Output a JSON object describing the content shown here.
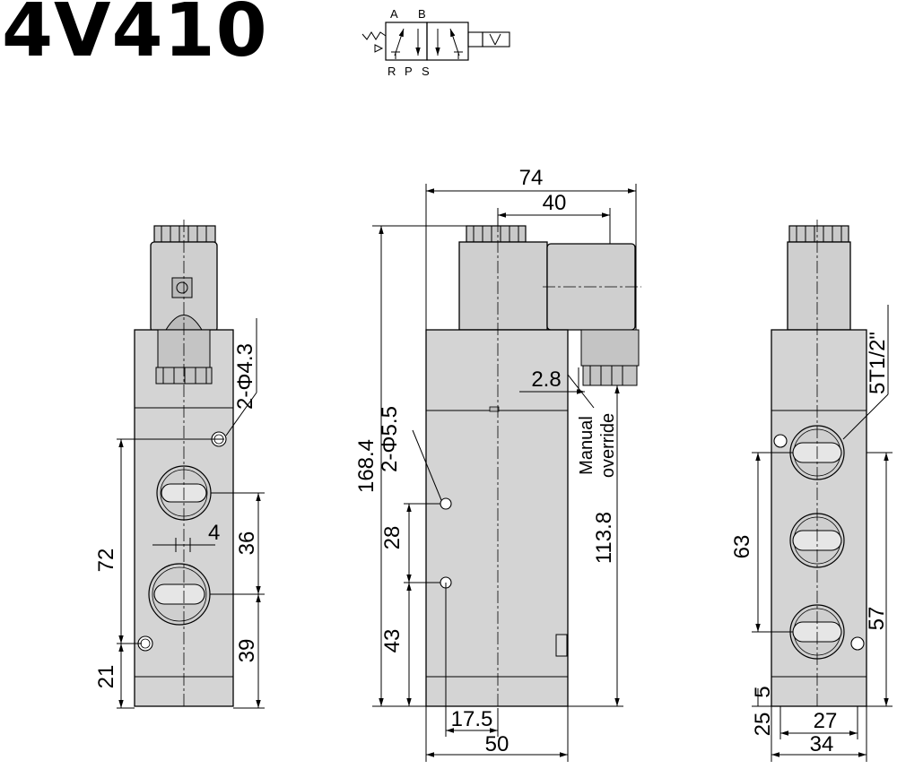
{
  "title": "4V410",
  "symbol": {
    "port_labels_top": [
      "A",
      "B"
    ],
    "port_labels_bottom": [
      "R",
      "P",
      "S"
    ]
  },
  "dimensions": {
    "width_74": "74",
    "width_40": "40",
    "total_height": "168.4",
    "body_height": "113.8",
    "offset_2_8": "2.8",
    "mount_holes_side": "2-Φ5.5",
    "mount_holes_front": "2-Φ4.3",
    "pitch_72": "72",
    "pitch_36": "36",
    "pitch_39": "39",
    "pitch_21": "21",
    "offset_4": "4",
    "pitch_28": "28",
    "pitch_43": "43",
    "width_17_5": "17.5",
    "width_50": "50",
    "pitch_63": "63",
    "pitch_57": "57",
    "offset_5": "5",
    "offset_25": "25",
    "width_27": "27",
    "width_34": "34",
    "port_thread": "5T1/2\""
  },
  "labels": {
    "manual": "Manual",
    "override": "override"
  }
}
